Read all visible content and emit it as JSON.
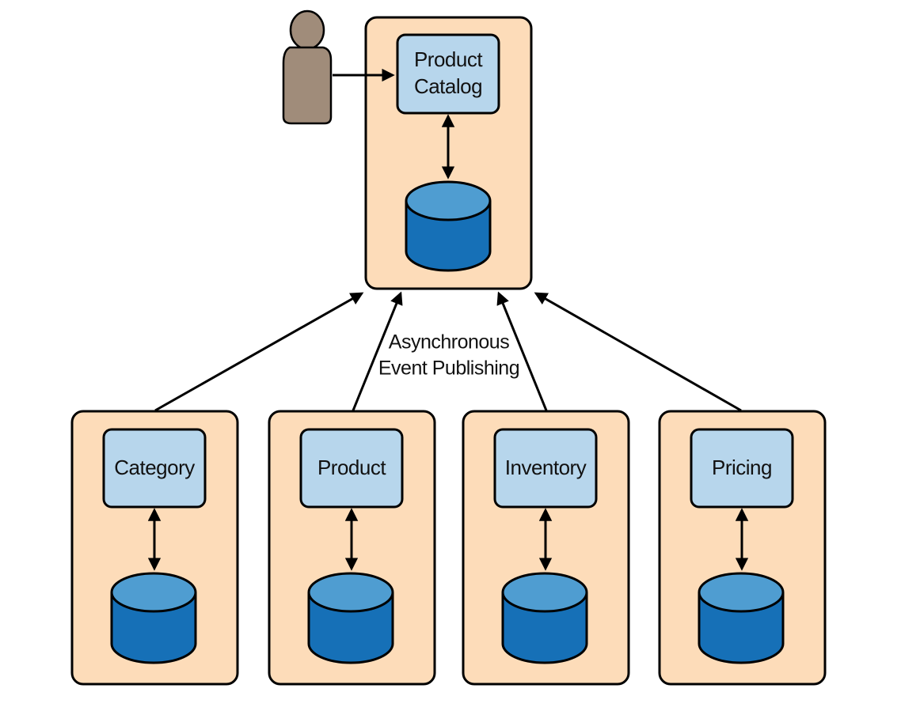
{
  "diagram": {
    "top_service": {
      "name_line1": "Product",
      "name_line2": "Catalog"
    },
    "services": [
      {
        "name": "Category"
      },
      {
        "name": "Product"
      },
      {
        "name": "Inventory"
      },
      {
        "name": "Pricing"
      }
    ],
    "event_label": {
      "line1": "Asynchronous",
      "line2": "Event Publishing"
    },
    "colors": {
      "container_fill": "#fddcb9",
      "container_stroke": "#000000",
      "service_fill": "#b7d6ec",
      "db_body": "#1670b7",
      "db_top": "#4f9dd1",
      "user_figure": "#a08c7a",
      "arrow": "#000000"
    }
  }
}
